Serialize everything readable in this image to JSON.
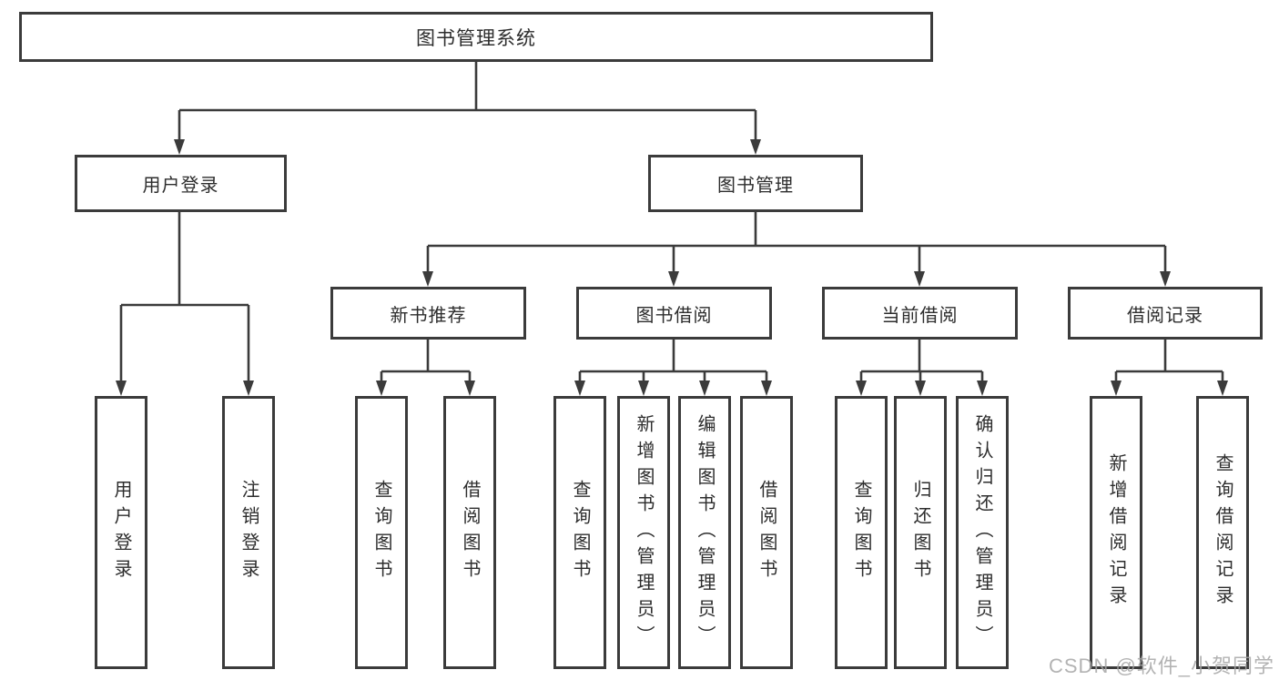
{
  "tree": {
    "root": {
      "label": "图书管理系统"
    },
    "branches": [
      {
        "label": "用户登录",
        "leaves": [
          {
            "label": "用户登录"
          },
          {
            "label": "注销登录"
          }
        ]
      },
      {
        "label": "图书管理",
        "groups": [
          {
            "label": "新书推荐",
            "leaves": [
              {
                "label": "查询图书"
              },
              {
                "label": "借阅图书"
              }
            ]
          },
          {
            "label": "图书借阅",
            "leaves": [
              {
                "label": "查询图书"
              },
              {
                "label": "新增图书（管理员）"
              },
              {
                "label": "编辑图书（管理员）"
              },
              {
                "label": "借阅图书"
              }
            ]
          },
          {
            "label": "当前借阅",
            "leaves": [
              {
                "label": "查询图书"
              },
              {
                "label": "归还图书"
              },
              {
                "label": "确认归还（管理员）"
              }
            ]
          },
          {
            "label": "借阅记录",
            "leaves": [
              {
                "label": "新增借阅记录"
              },
              {
                "label": "查询借阅记录"
              }
            ]
          }
        ]
      }
    ]
  },
  "watermark": {
    "text": "CSDN @软件_小贺同学"
  },
  "colors": {
    "line": "#3b3b3b",
    "box_border": "#3b3b3b",
    "text": "#2d2d2d",
    "watermark": "#a6a6a6",
    "background": "#ffffff"
  }
}
